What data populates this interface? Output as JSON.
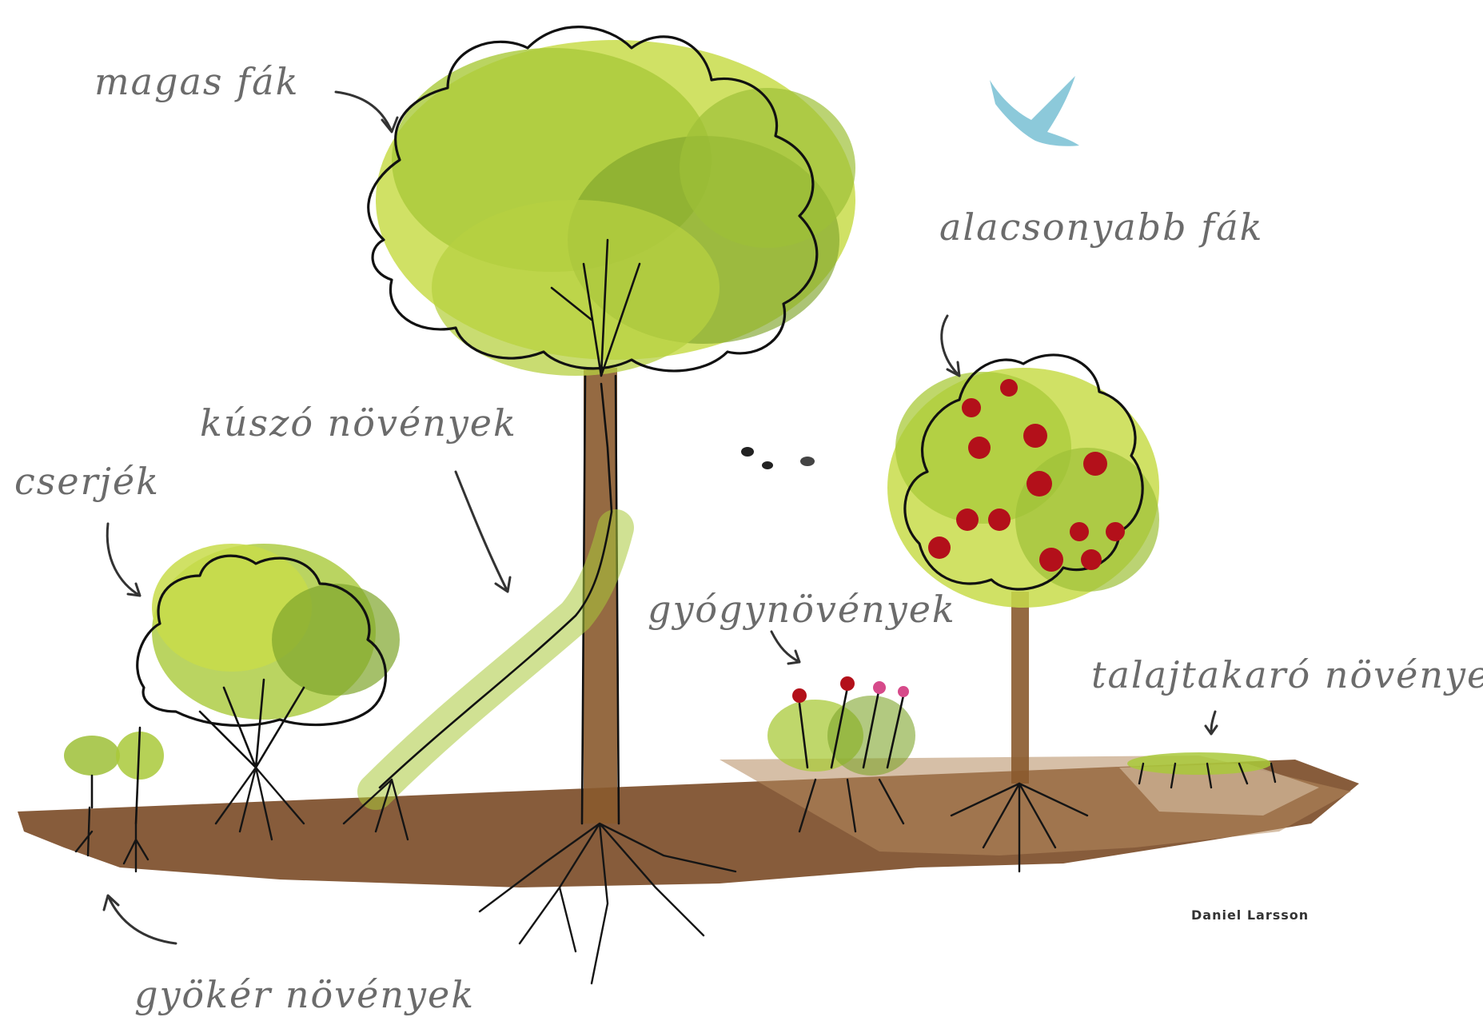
{
  "labels": {
    "tall_trees": "magas fák",
    "lower_trees": "alacsonyabb fák",
    "climbing_plants": "kúszó növények",
    "shrubs": "cserjék",
    "herbs": "gyógynövények",
    "ground_cover": "talajtakaró növények",
    "root_plants": "gyökér növények"
  },
  "signature": "Daniel Larsson",
  "colors": {
    "foliage_light": "#c8dc4a",
    "foliage_mid": "#a9c93a",
    "foliage_dark": "#7fa52b",
    "soil": "#7a4a26",
    "trunk": "#8a5a2e",
    "fruit": "#b3101a",
    "bird": "#7fc3d6",
    "label_text": "#6b6b6b"
  }
}
